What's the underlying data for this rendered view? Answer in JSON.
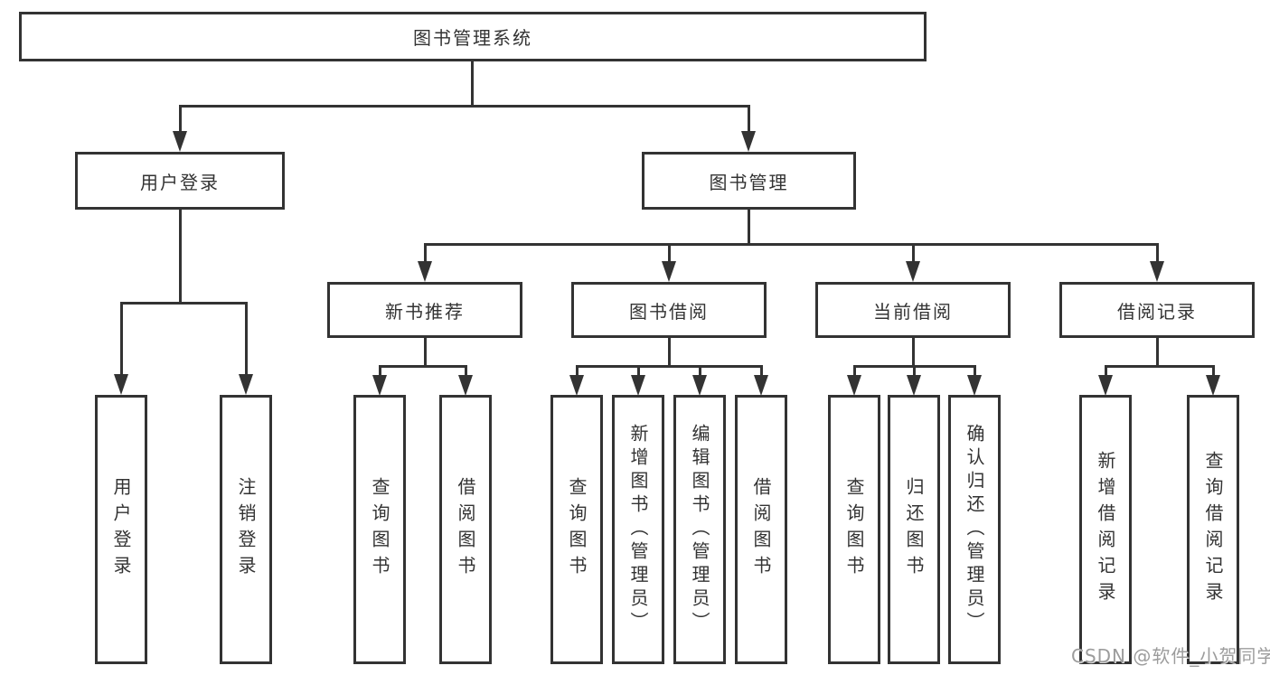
{
  "watermark": "CSDN @软件_小贺同学",
  "colors": {
    "line": "#333333",
    "box_border": "#333333",
    "text": "#333333",
    "watermark": "#9c9c9c",
    "background": "#ffffff"
  },
  "tree": {
    "root": {
      "label": "图书管理系统"
    },
    "branches": [
      {
        "label": "用户登录",
        "children": [
          {
            "label": "用户登录"
          },
          {
            "label": "注销登录"
          }
        ]
      },
      {
        "label": "图书管理",
        "children": [
          {
            "label": "新书推荐",
            "children": [
              {
                "label": "查询图书"
              },
              {
                "label": "借阅图书"
              }
            ]
          },
          {
            "label": "图书借阅",
            "children": [
              {
                "label": "查询图书"
              },
              {
                "label": "新增图书（管理员）"
              },
              {
                "label": "编辑图书（管理员）"
              },
              {
                "label": "借阅图书"
              }
            ]
          },
          {
            "label": "当前借阅",
            "children": [
              {
                "label": "查询图书"
              },
              {
                "label": "归还图书"
              },
              {
                "label": "确认归还（管理员）"
              }
            ]
          },
          {
            "label": "借阅记录",
            "children": [
              {
                "label": "新增借阅记录"
              },
              {
                "label": "查询借阅记录"
              }
            ]
          }
        ]
      }
    ]
  }
}
